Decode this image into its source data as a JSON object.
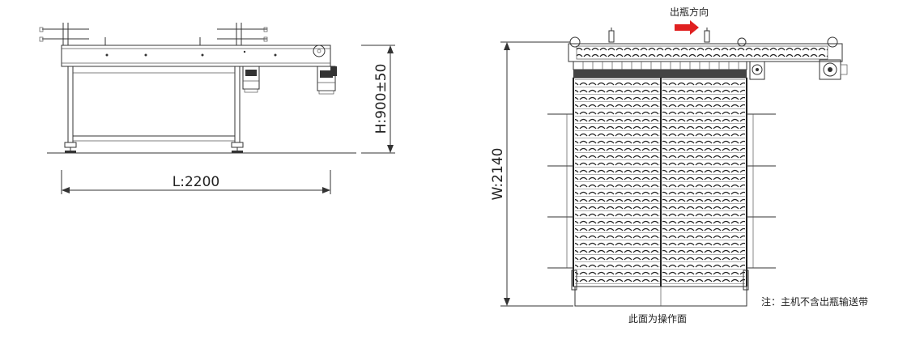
{
  "side_view": {
    "length_label": "L:2200",
    "height_label": "H:900±50"
  },
  "top_view": {
    "width_label": "W:2140",
    "flow_direction_label": "出瓶方向",
    "operator_side_label": "此面为操作面",
    "note_label": "注：主机不含出瓶输送带"
  },
  "colors": {
    "line": "#333333",
    "arrow": "#e02020",
    "belt": "#444444",
    "background": "#ffffff"
  }
}
